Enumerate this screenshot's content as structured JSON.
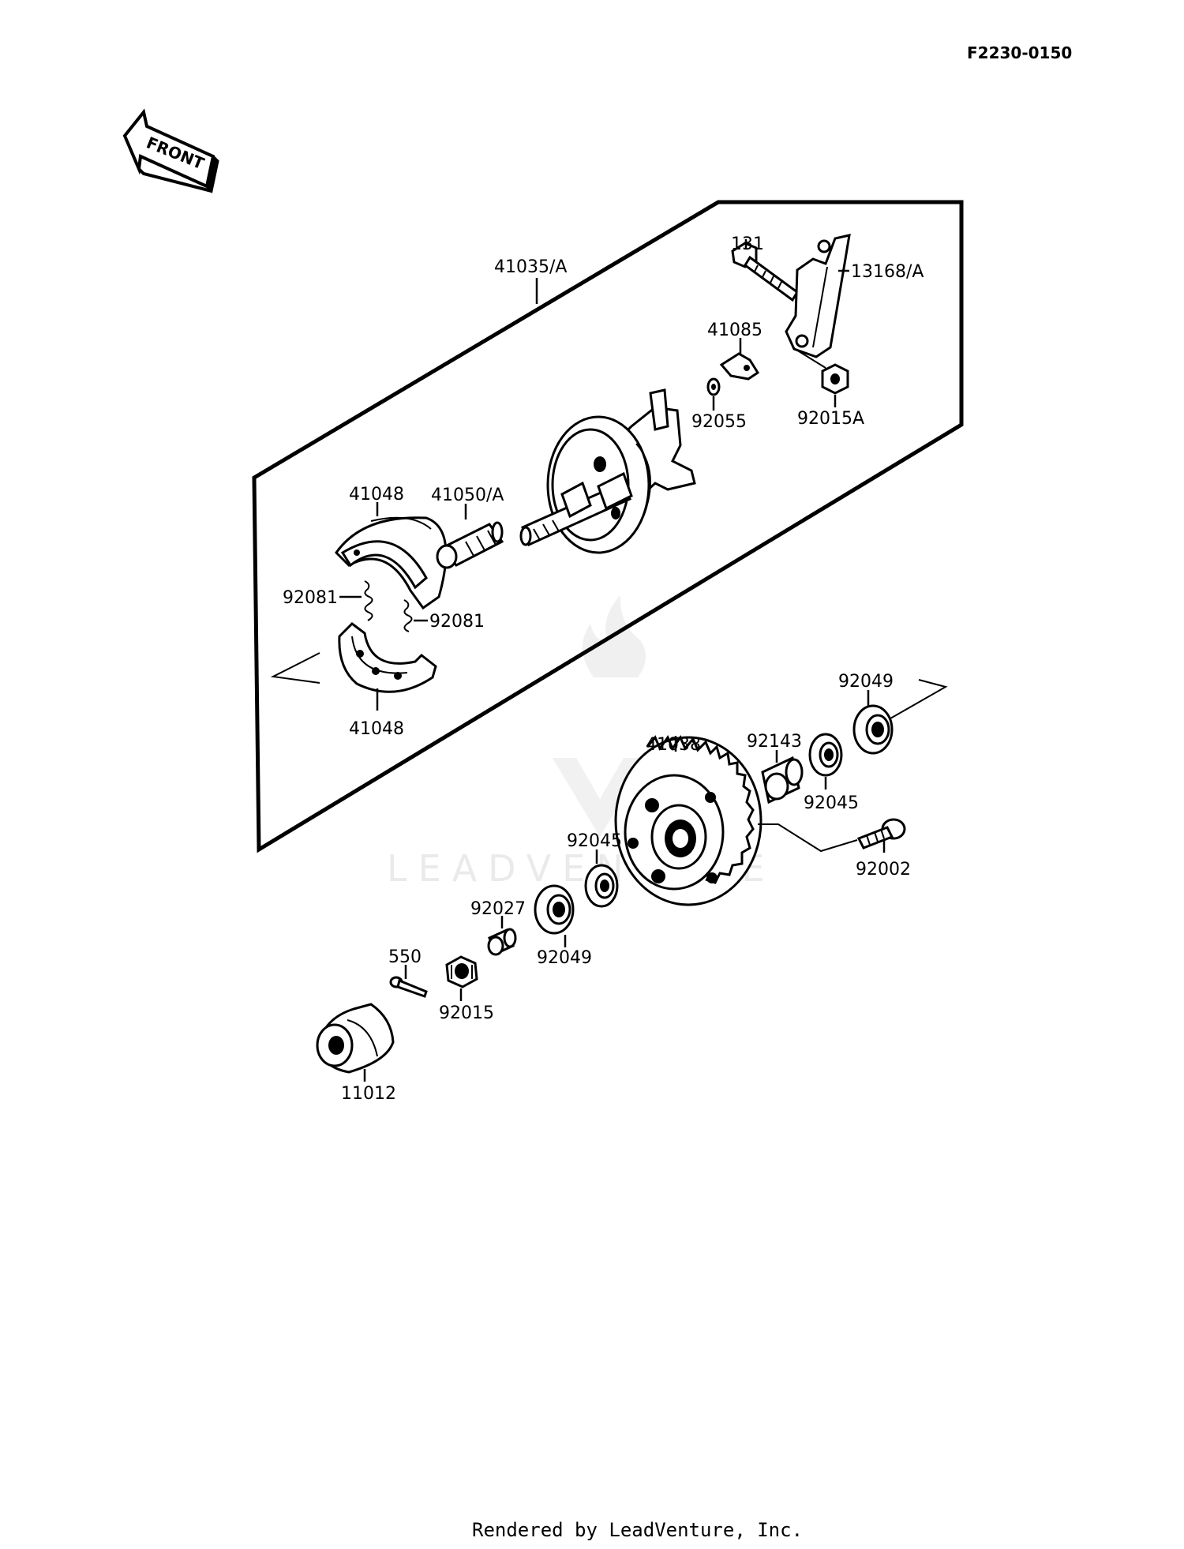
{
  "diagram": {
    "code": "F2230-0150",
    "front_arrow_label": "FRONT",
    "footer": "Rendered by LeadVenture, Inc.",
    "watermark": "LEADVENTURE",
    "parts": {
      "p41035A": "41035/A",
      "p131": "131",
      "p13168A": "13168/A",
      "p41085": "41085",
      "p92055": "92055",
      "p92015A": "92015A",
      "p41048_top": "41048",
      "p41050A": "41050/A",
      "p92081_left": "92081",
      "p92081_right": "92081",
      "p41048_bottom": "41048",
      "p92049_top": "92049",
      "p41038": "41038",
      "p92143": "92143",
      "p92045_top": "92045",
      "p92002": "92002",
      "p92045_mid": "92045",
      "p92027": "92027",
      "p92049_bottom": "92049",
      "p550": "550",
      "p92015": "92015",
      "p11012": "11012"
    }
  }
}
